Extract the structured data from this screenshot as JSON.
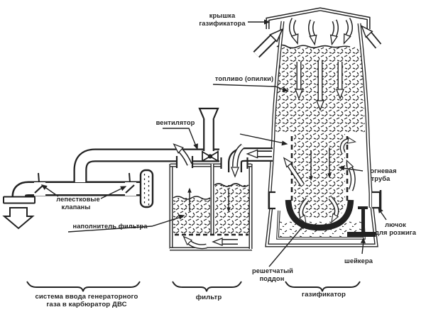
{
  "colors": {
    "ink": "#222222",
    "paper": "#ffffff"
  },
  "diagram_type": "wood-gas generator (gasifier) schematic, scanned line art",
  "labels": {
    "lid1": "крышка",
    "lid2": "газификатора",
    "fuel": "топливо (опилки)",
    "fan": "вентилятор",
    "valves1": "лепестковые",
    "valves2": "клапаны",
    "filter_media": "наполнитель фильтра",
    "fire_tube1": "огневая",
    "fire_tube2": "труба",
    "hatch1": "лючок",
    "hatch2": "для розжига",
    "shaker": "шейкера",
    "grate1": "решетчатый",
    "grate2": "поддон",
    "system1": "система ввода генераторного",
    "system2": "газа в карбюратор ДВС",
    "filter": "фильтр",
    "gasifier": "газификатор"
  }
}
